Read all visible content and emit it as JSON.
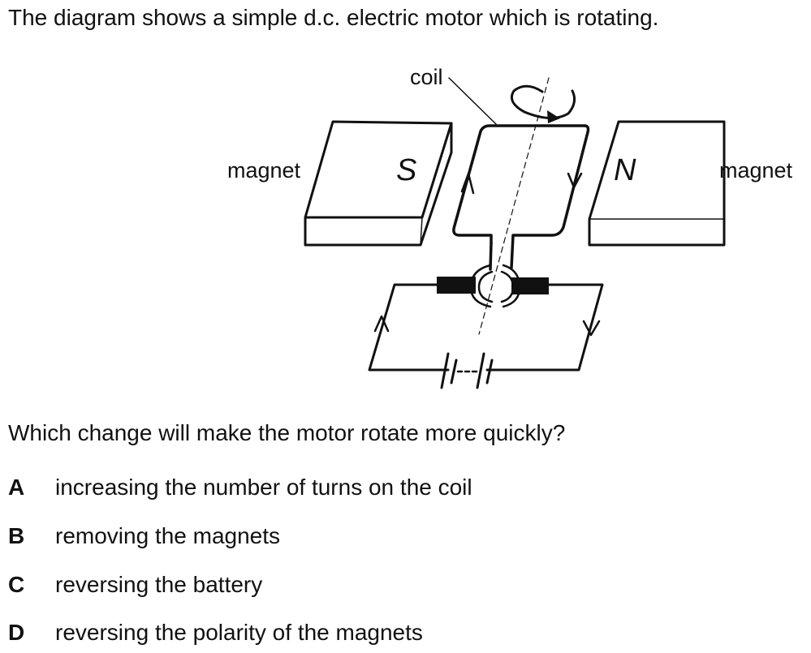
{
  "intro": "The diagram shows a simple d.c. electric motor which is rotating.",
  "diagram": {
    "coil_label": "coil",
    "magnet_left_label": "magnet",
    "magnet_right_label": "magnet",
    "pole_left": "S",
    "pole_right": "N"
  },
  "question": "Which change will make the motor rotate more quickly?",
  "options": [
    {
      "letter": "A",
      "text": "increasing the number of turns on the coil"
    },
    {
      "letter": "B",
      "text": "removing the magnets"
    },
    {
      "letter": "C",
      "text": "reversing the battery"
    },
    {
      "letter": "D",
      "text": "reversing the polarity of the magnets"
    }
  ]
}
